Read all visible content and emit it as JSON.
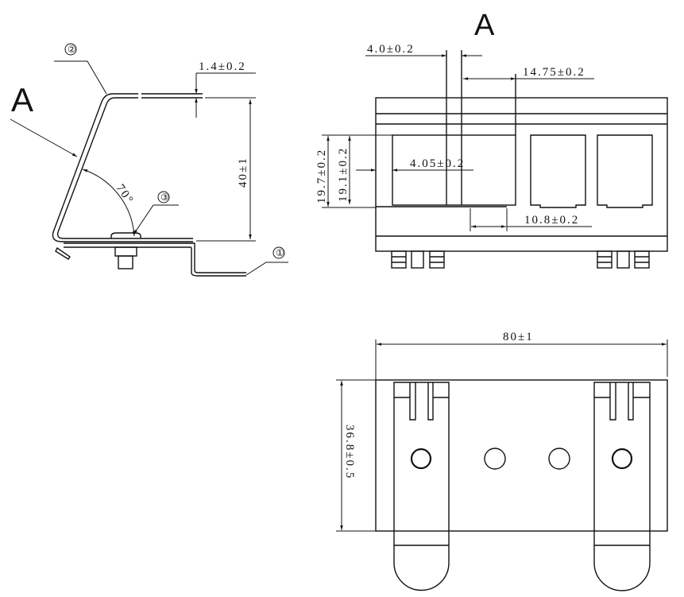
{
  "side_view": {
    "view_label": "A",
    "callouts": [
      "①",
      "②",
      "③"
    ],
    "dim_thickness": "1.4±0.2",
    "dim_height": "40±1",
    "angle": "70°"
  },
  "front_view": {
    "title": "A",
    "dim_slot_gap": "4.0±0.2",
    "dim_pitch": "14.75±0.2",
    "dim_h1": "19.7±0.2",
    "dim_h2": "19.1±0.2",
    "dim_offset": "4.05±0.2",
    "dim_width": "10.8±0.2"
  },
  "bottom_view": {
    "dim_length": "80±1",
    "dim_depth": "36.8±0.5"
  }
}
